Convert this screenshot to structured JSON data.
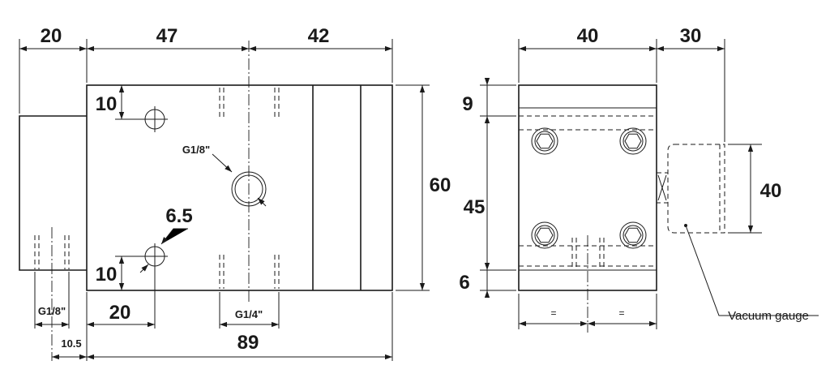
{
  "front_view": {
    "dims": {
      "overhang_width": "20",
      "to_port_center": "47",
      "port_to_end": "42",
      "height": "60",
      "top_hole_offset": "10",
      "bottom_hole_offset": "10",
      "hole_x_offset": "20",
      "total_length": "89",
      "side_port_offset": "10.5",
      "hole_diameter": "6.5"
    },
    "labels": {
      "center_port": "G1/8\"",
      "bottom_port": "G1/4\"",
      "side_port": "G1/8\""
    }
  },
  "side_view": {
    "dims": {
      "width": "40",
      "gauge_offset": "30",
      "top_band": "9",
      "screw_spacing": "45",
      "bottom_band": "6",
      "gauge_height": "40",
      "equal_left": "=",
      "equal_right": "="
    },
    "labels": {
      "gauge": "Vacuum gauge"
    }
  }
}
